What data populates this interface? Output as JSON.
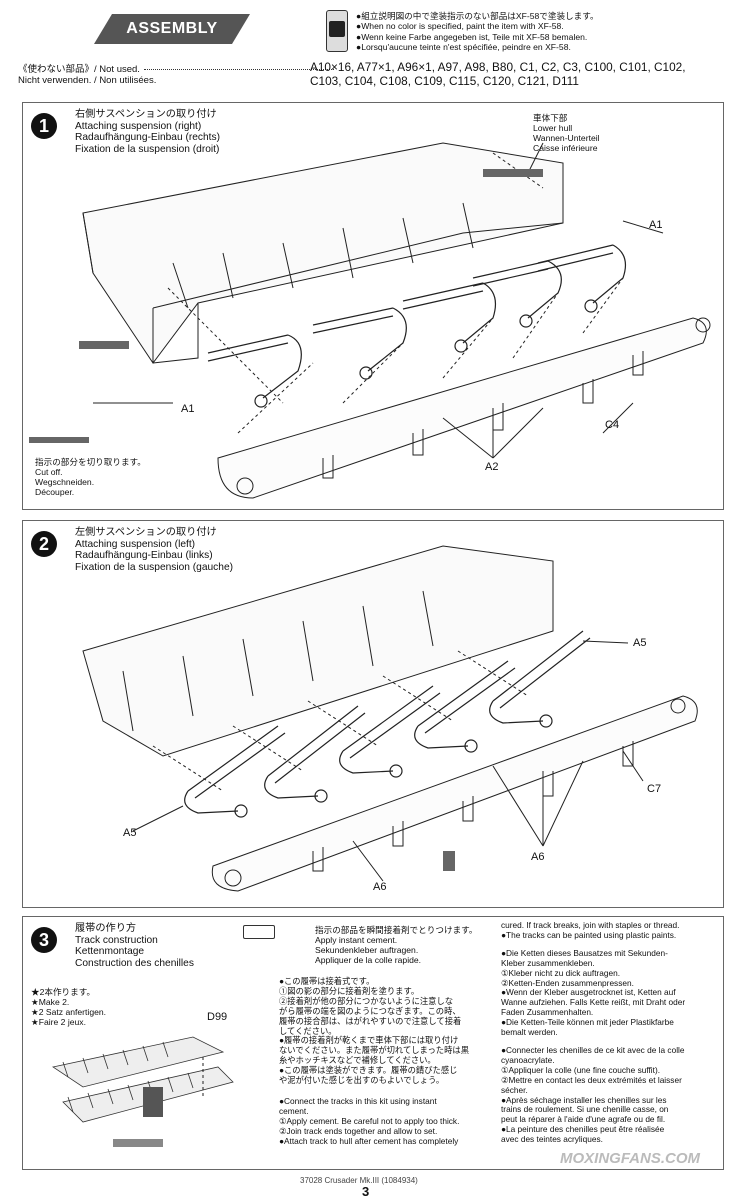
{
  "header": {
    "title": "ASSEMBLY",
    "paint_note": [
      "●組立説明図の中で塗装指示のない部品はXF-58で塗装します。",
      "●When no color is specified, paint the item with XF-58.",
      "●Wenn keine Farbe angegeben ist, Teile mit XF-58 bemalen.",
      "●Lorsqu'aucune teinte n'est spécifiée, peindre en XF-58."
    ]
  },
  "not_used": {
    "label_line1": "《使わない部品》/ Not used.",
    "label_line2": "Nicht verwenden. / Non utilisées.",
    "parts_line1": "A10×16, A77×1, A96×1, A97, A98, B80, C1, C2, C3, C100, C101, C102,",
    "parts_line2": "C103, C104, C108, C109, C115, C120, C121, D111"
  },
  "step1": {
    "number": "1",
    "title": [
      "右側サスペンションの取り付け",
      "Attaching suspension (right)",
      "Radaufhängung-Einbau (rechts)",
      "Fixation de la suspension (droit)"
    ],
    "hull_label": [
      "車体下部",
      "Lower hull",
      "Wannen-Unterteil",
      "Caisse inférieure"
    ],
    "parts": {
      "a1_top": "A1",
      "a1_left": "A1",
      "c4": "C4",
      "a2": "A2"
    },
    "cut_note": [
      "指示の部分を切り取ります。",
      "Cut off.",
      "Wegschneiden.",
      "Découper."
    ]
  },
  "step2": {
    "number": "2",
    "title": [
      "左側サスペンションの取り付け",
      "Attaching suspension (left)",
      "Radaufhängung-Einbau (links)",
      "Fixation de la suspension (gauche)"
    ],
    "parts": {
      "a5_right": "A5",
      "a5_left": "A5",
      "c7": "C7",
      "a6_right": "A6",
      "a6_bottom": "A6"
    }
  },
  "step3": {
    "number": "3",
    "title": [
      "履帯の作り方",
      "Track construction",
      "Kettenmontage",
      "Construction des chenilles"
    ],
    "make": [
      "★2本作ります。",
      "★Make 2.",
      "★2 Satz anfertigen.",
      "★Faire 2 jeux."
    ],
    "part_label": "D99",
    "cement_note": [
      "指示の部品を瞬間接着剤でとりつけます。",
      "Apply instant cement.",
      "Sekundenkleber auftragen.",
      "Appliquer de la colle rapide."
    ],
    "jp_text": [
      "●この履帯は接着式です。",
      "①図の影の部分に接着剤を塗ります。",
      "②接着剤が他の部分につかないように注意しな",
      "がら履帯の端を図のようにつなぎます。この時、",
      "履帯の接合部は、はがれやすいので注意して接着",
      "してください。",
      "●履帯の接着剤が乾くまで車体下部には取り付け",
      "ないでください。また履帯が切れてしまった時は黒",
      "糸やホッチキスなどで補修してください。",
      "●この履帯は塗装ができます。履帯の錆びた感じ",
      "や泥が付いた感じを出すのもよいでしょう。"
    ],
    "en_text": [
      "●Connect the tracks in this kit using instant",
      "cement.",
      "①Apply cement. Be careful not to apply too thick.",
      "②Join track ends together and allow to set.",
      "●Attach track to hull after cement has completely"
    ],
    "en_text2": [
      "cured. If track breaks, join with staples or thread.",
      "●The tracks can be painted using plastic paints."
    ],
    "de_text": [
      "●Die Ketten dieses Bausatzes mit Sekunden-",
      "Kleber zusammenkleben.",
      "①Kleber nicht zu dick auftragen.",
      "②Ketten-Enden zusammenpressen.",
      "●Wenn der Kleber ausgetrocknet ist, Ketten auf",
      "Wanne aufziehen. Falls Kette reißt, mit Draht oder",
      "Faden Zusammenhalten.",
      "●Die Ketten-Teile können mit jeder Plastikfarbe",
      "bemalt werden."
    ],
    "fr_text": [
      "●Connecter les chenilles de ce kit avec de la colle",
      "cyanoacrylate.",
      "①Appliquer la colle (une fine couche suffit).",
      "②Mettre en contact les deux extrémités et laisser",
      "sécher.",
      "●Après séchage installer les chenilles sur les",
      "trains de roulement. Si une chenille casse, on",
      "peut la réparer à l'aide d'une agrafe ou de fil.",
      "●La peinture des chenilles peut être réalisée",
      "avec des teintes acryliques."
    ]
  },
  "footer": {
    "code": "37028 Crusader Mk.III (1084934)",
    "page": "3",
    "watermark": "MOXINGFANS.COM"
  }
}
